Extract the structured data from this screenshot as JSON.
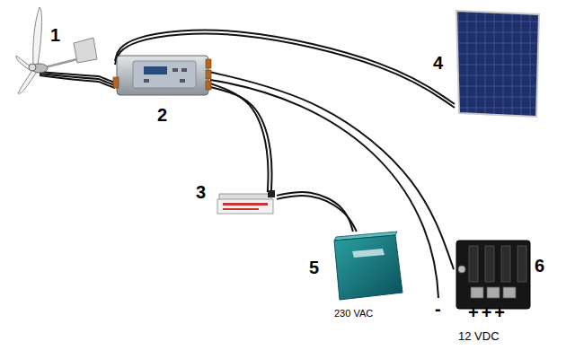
{
  "diagram": {
    "nodes": [
      {
        "text": [
          "1"
        ]
      },
      {
        "text": [
          "2"
        ]
      },
      {
        "text": [
          "3"
        ]
      },
      {
        "text": [
          "4"
        ]
      },
      {
        "text": [
          "5"
        ]
      },
      {
        "text": [
          "6"
        ]
      }
    ],
    "edges": [
      {
        "from": 0,
        "to": 1,
        "arrow": "none"
      },
      {
        "from": 3,
        "to": 1,
        "arrow": "none"
      },
      {
        "from": 1,
        "to": 2,
        "arrow": "none"
      },
      {
        "from": 2,
        "to": 4,
        "arrow": "none"
      },
      {
        "from": 1,
        "to": 5,
        "arrow": "none"
      }
    ],
    "labels": [
      "230 VAC",
      "-",
      "+++",
      "12 VDC"
    ]
  }
}
